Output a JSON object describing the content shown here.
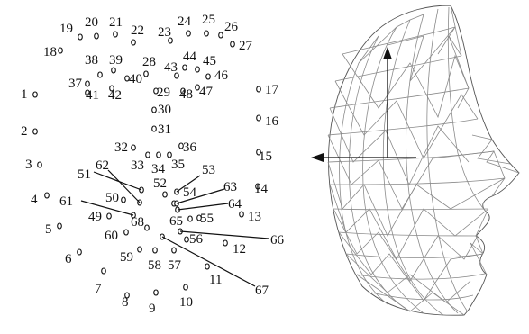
{
  "landmarks": [
    "1",
    "2",
    "3",
    "4",
    "5",
    "6",
    "7",
    "8",
    "9",
    "10",
    "11",
    "12",
    "13",
    "14",
    "15",
    "16",
    "17",
    "18",
    "19",
    "20",
    "21",
    "22",
    "23",
    "24",
    "25",
    "26",
    "27",
    "28",
    "29",
    "30",
    "31",
    "32",
    "33",
    "34",
    "35",
    "36",
    "37",
    "38",
    "39",
    "40",
    "41",
    "42",
    "43",
    "44",
    "45",
    "46",
    "47",
    "48",
    "49",
    "50",
    "51",
    "52",
    "53",
    "54",
    "55",
    "56",
    "57",
    "58",
    "59",
    "60",
    "61",
    "62",
    "63",
    "64",
    "65",
    "66",
    "67",
    "68"
  ],
  "colors": {
    "ink": "#111111",
    "mesh": "#8a8a8a",
    "background": "#ffffff"
  },
  "figure": {
    "model": "3d-face-wireframe-mesh",
    "view": "profile-facing-right",
    "axes": [
      "up-arrow",
      "left-arrow"
    ]
  }
}
